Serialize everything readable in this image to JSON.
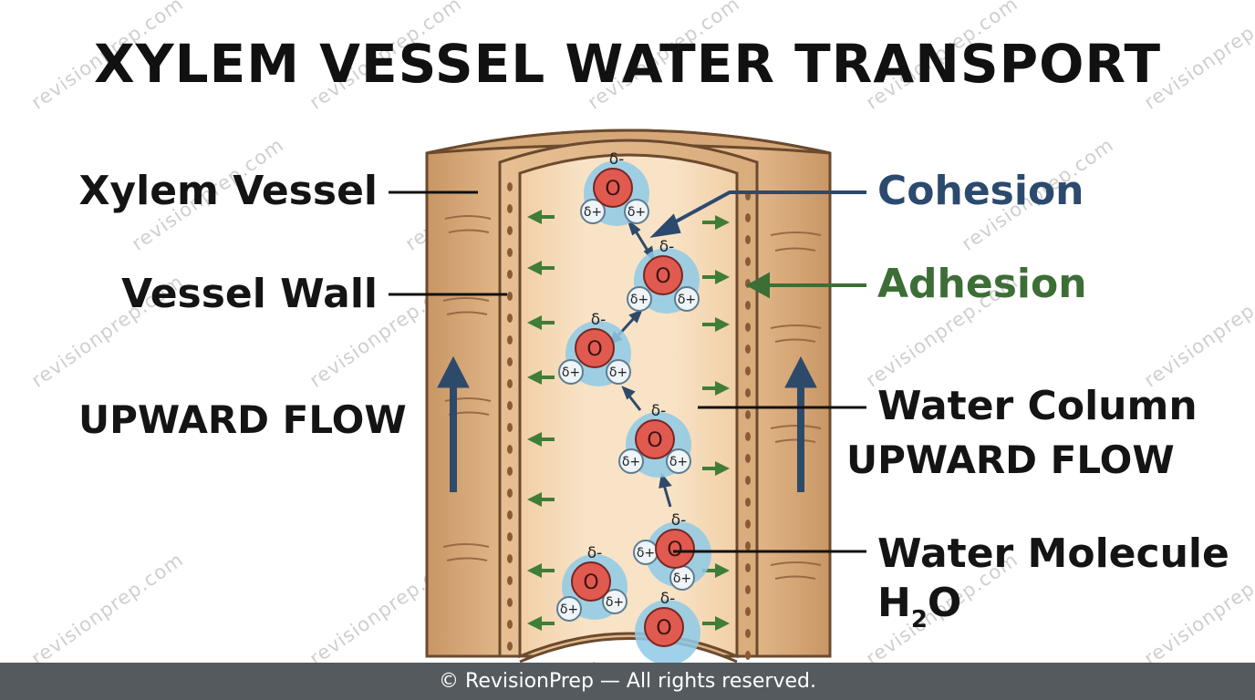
{
  "title": "XYLEM VESSEL WATER TRANSPORT",
  "labels": {
    "xylem_vessel": "Xylem Vessel",
    "vessel_wall": "Vessel Wall",
    "upward_flow_left": "UPWARD FLOW",
    "cohesion": "Cohesion",
    "adhesion": "Adhesion",
    "water_column": "Water Column",
    "upward_flow_right": "UPWARD FLOW",
    "water_molecule": "Water Molecule",
    "formula_h": "H",
    "formula_sub": "2",
    "formula_o": "O"
  },
  "molecule": {
    "oxygen": "O",
    "delta_minus": "δ-",
    "delta_plus": "δ+"
  },
  "watermark": "revisionprep.com",
  "footer": "© RevisionPrep — All rights reserved.",
  "colors": {
    "cohesion": "#2b4a6e",
    "adhesion": "#3c6e35",
    "footer_bg": "#555a5f",
    "vessel": "#deb487",
    "lumen": "#f6dcb8",
    "oxygen": "#e05a50",
    "hydrogen": "#eef4f8",
    "halo": "#8ecae6",
    "flow_arrow": "#2e4a6b",
    "adhesion_arrow": "#3f7d38"
  },
  "icons": [
    "upward-arrow-icon",
    "adhesion-arrow-icon",
    "cohesion-arrow-icon",
    "water-molecule-icon"
  ]
}
